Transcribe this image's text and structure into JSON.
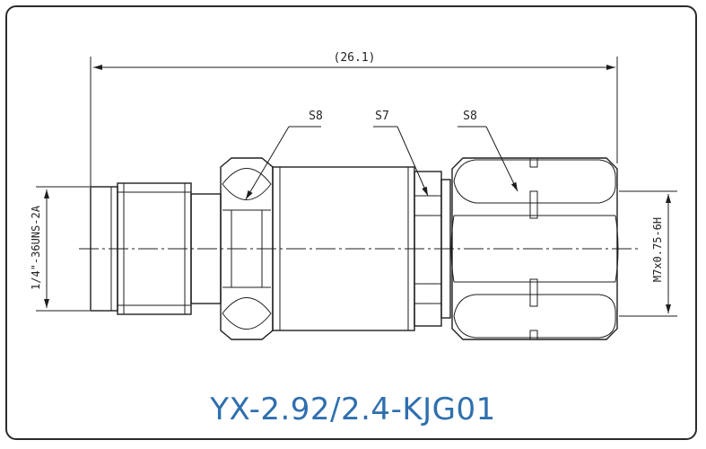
{
  "colors": {
    "frame": "#2b2b2b",
    "line": "#1e1e1e",
    "title": "#2f6fae"
  },
  "dimensions": {
    "overall_length": "(26.1)",
    "left_thread": "1/4\"-36UNS-2A",
    "right_thread": "M7x0.75-6H"
  },
  "callouts": {
    "hex_left": "S8",
    "hex_mid": "S7",
    "hex_right": "S8"
  },
  "title": "YX-2.92/2.4-KJG01"
}
